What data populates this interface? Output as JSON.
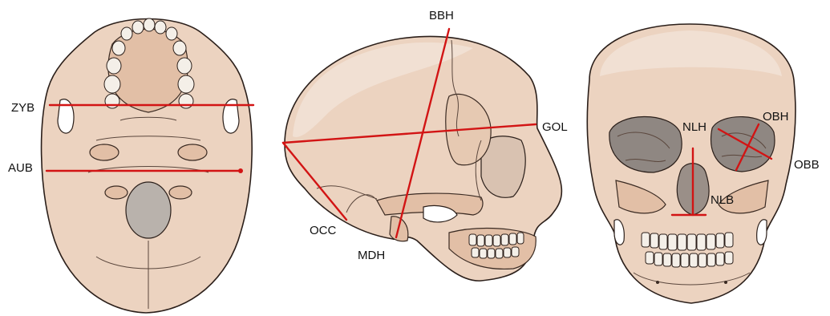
{
  "line_color": "#d21414",
  "views": [
    {
      "name": "inferior-view",
      "labels": {
        "zyb": "ZYB",
        "aub": "AUB"
      }
    },
    {
      "name": "lateral-view",
      "labels": {
        "bbh": "BBH",
        "gol": "GOL",
        "occ": "OCC",
        "mdh": "MDH"
      }
    },
    {
      "name": "frontal-view",
      "labels": {
        "nlh": "NLH",
        "obh": "OBH",
        "obb": "OBB",
        "nlb": "NLB"
      }
    }
  ]
}
